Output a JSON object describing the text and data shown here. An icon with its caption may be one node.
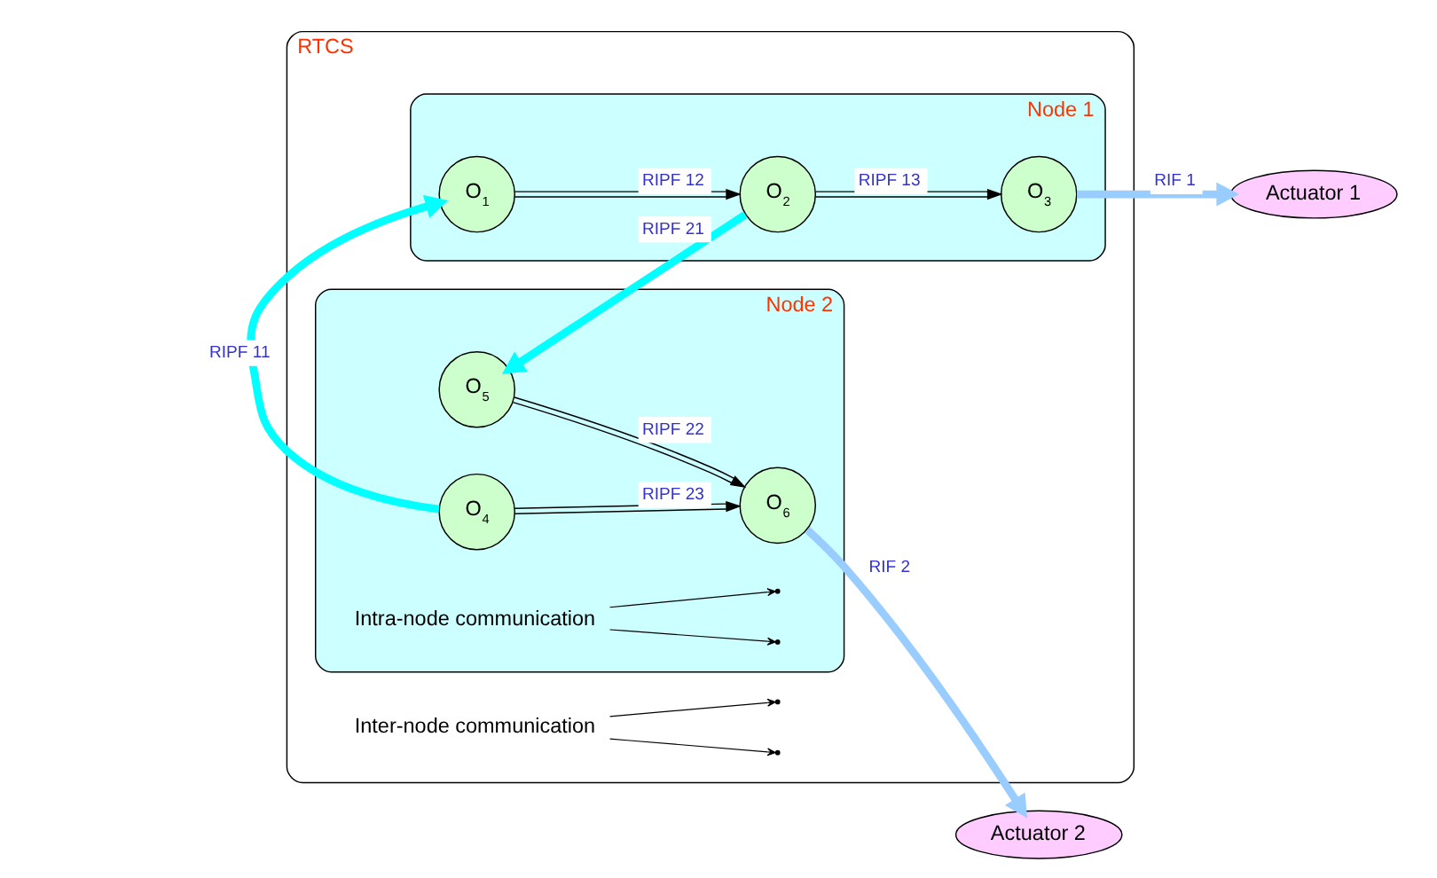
{
  "diagram": {
    "nodes": [
      {
        "text": [
          "RTCS"
        ]
      },
      {
        "text": [
          "Node 1"
        ],
        "in": 0
      },
      {
        "text": [
          "O$_{1}$"
        ],
        "in": 1
      },
      {
        "text": [
          "O$_{2}$"
        ],
        "in": 1
      },
      {
        "text": [
          "O$_{3}$"
        ],
        "in": 1
      },
      {
        "text": [
          "Node 2"
        ],
        "in": 0
      },
      {
        "text": [
          "O$_{5}$"
        ],
        "in": 5
      },
      {
        "text": [
          "O$_{4}$"
        ],
        "in": 5
      },
      {
        "text": [
          "O$_{6}$"
        ],
        "in": 5
      },
      {
        "text": [
          "Actuator 1"
        ]
      },
      {
        "text": [
          "Actuator 2"
        ]
      },
      {
        "text": [
          "Inter-node communication"
        ],
        "in": 0
      },
      {
        "text": [
          "Intra-node communication"
        ],
        "in": 5
      }
    ],
    "edges": [
      {
        "from": 2,
        "to": 3,
        "arrow": "to",
        "label": "RIPF 12"
      },
      {
        "from": 3,
        "to": 4,
        "arrow": "to",
        "label": "RIPF 13"
      },
      {
        "from": 4,
        "to": 9,
        "arrow": "to",
        "label": "RIF 1",
        "style": "thick",
        "color": "#99ccff"
      },
      {
        "from": 7,
        "to": 2,
        "arrow": "to",
        "label": "RIPF 11",
        "style": "thick",
        "color": "#00ffff"
      },
      {
        "from": 3,
        "to": 6,
        "arrow": "to",
        "label": "RIPF 21",
        "style": "thick",
        "color": "#00ffff"
      },
      {
        "from": 6,
        "to": 8,
        "arrow": "to",
        "label": "RIPF 22"
      },
      {
        "from": 7,
        "to": 8,
        "arrow": "to",
        "label": "RIPF 23"
      },
      {
        "from": 8,
        "to": 10,
        "arrow": "to",
        "label": "RIF 2",
        "style": "thick",
        "color": "#99ccff"
      },
      {
        "from": 11,
        "to": null,
        "arrow": "to"
      },
      {
        "from": 11,
        "to": null,
        "arrow": "to"
      },
      {
        "from": 12,
        "to": null,
        "arrow": "to"
      },
      {
        "from": 12,
        "to": null,
        "arrow": "to"
      }
    ]
  }
}
